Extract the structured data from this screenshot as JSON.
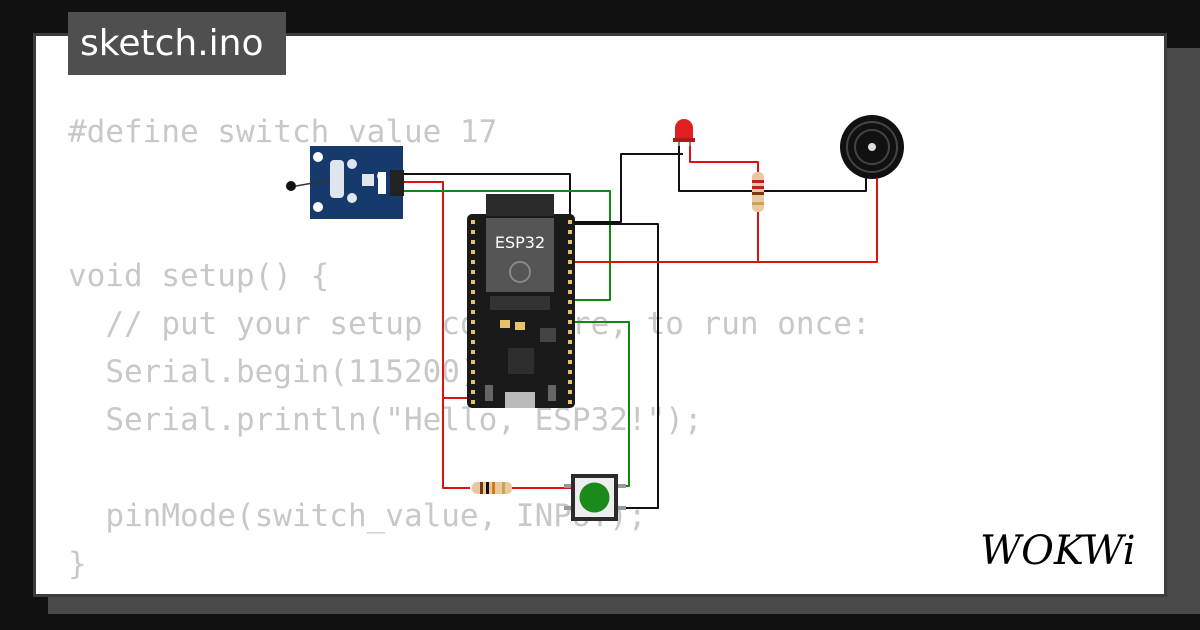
{
  "title": "sketch.ino",
  "code_lines": [
    "#define switch_value 17",
    "",
    "",
    "void setup() {",
    "  // put your setup code here, to run once:",
    "  Serial.begin(115200);",
    "  Serial.println(\"Hello, ESP32!\");",
    "",
    "  pinMode(switch_value, INPUT);",
    "}"
  ],
  "board": {
    "label": "ESP32"
  },
  "brand": {
    "logo_text": "WOKWi"
  },
  "components": {
    "sensor_module": "sensor-module",
    "led": "red-led",
    "buzzer": "buzzer",
    "button": "push-button"
  },
  "colors": {
    "background": "#111111",
    "frame": "#4a4a4a",
    "card": "#ffffff",
    "title_tab": "#4f4f4f",
    "code_text": "#c8c8c8",
    "wire_red": "#dd1111",
    "wire_green": "#118811",
    "wire_black": "#111111",
    "sensor_board": "#153a6b",
    "button_cap": "#1a8a1a"
  }
}
